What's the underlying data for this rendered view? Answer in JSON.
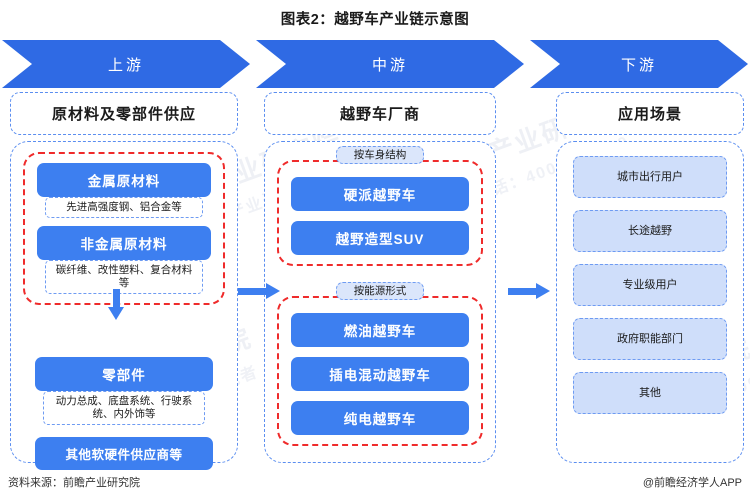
{
  "title": "图表2：越野车产业链示意图",
  "header": {
    "stages": [
      {
        "label": "上游"
      },
      {
        "label": "中游"
      },
      {
        "label": "下游"
      }
    ]
  },
  "upstream": {
    "title": "原材料及零部件供应",
    "group_items": [
      {
        "name": "金属原材料",
        "detail": "先进高强度钢、铝合金等"
      },
      {
        "name": "非金属原材料",
        "detail": "碳纤维、改性塑料、复合材料等"
      }
    ],
    "parts": {
      "name": "零部件",
      "detail": "动力总成、底盘系统、行驶系统、内外饰等"
    },
    "other": "其他软硬件供应商等"
  },
  "midstream": {
    "title": "越野车厂商",
    "groups": [
      {
        "badge": "按车身结构",
        "items": [
          "硬派越野车",
          "越野造型SUV"
        ]
      },
      {
        "badge": "按能源形式",
        "items": [
          "燃油越野车",
          "插电混动越野车",
          "纯电越野车"
        ]
      }
    ]
  },
  "downstream": {
    "title": "应用场景",
    "items": [
      "城市出行用户",
      "长途越野",
      "专业级用户",
      "政府职能部门",
      "其他"
    ]
  },
  "footer": {
    "source": "资料来源：前瞻产业研究院",
    "brand": "@前瞻经济学人APP"
  },
  "watermarks": {
    "w1": "前瞻产业研究院",
    "w2": "中国产业咨询领跑者",
    "w3": "前瞻产业研究院",
    "w4": "电话：4006399599",
    "w5": "前瞻产业研究院",
    "w6": "中国产业咨询领跑者",
    "w7": "前瞻产业研究院",
    "w8": "电话：4006399599"
  },
  "colors": {
    "brand_blue": "#3d7ff0",
    "header_blue": "#2f6ae4",
    "dash_blue": "#5b8ef0",
    "group_red": "#ef2b2b",
    "light_blue": "#cfdefa",
    "badge_blue": "#dbe6fb"
  }
}
